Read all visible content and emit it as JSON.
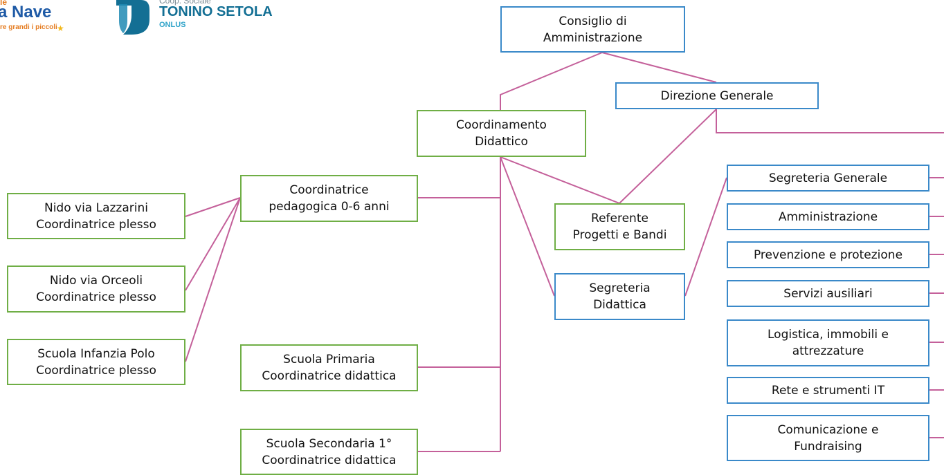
{
  "colors": {
    "connector": "#c4609a",
    "border_green": "#6fae45",
    "border_blue": "#3a89c9",
    "logo_blue": "#1e5aa6",
    "logo_teal": "#136f94",
    "logo_orange": "#e57c21",
    "logo_star": "#f2b81a"
  },
  "logos": {
    "nave": {
      "top_text": "le",
      "name": "a Nave",
      "tagline": "re grandi i piccoli"
    },
    "setola": {
      "kind": "Coop. Sociale",
      "name": "TONINO SETOLA",
      "suffix": "ONLUS"
    }
  },
  "nodes": [
    {
      "id": "cda",
      "text": "Consiglio di\nAmministrazione",
      "style": "blue"
    },
    {
      "id": "dg",
      "text": "Direzione Generale",
      "style": "blue"
    },
    {
      "id": "coord",
      "text": "Coordinamento\nDidattico",
      "style": "green"
    },
    {
      "id": "cped",
      "text": "Coordinatrice\npedagogica 0-6 anni",
      "style": "green"
    },
    {
      "id": "nido1",
      "text": "Nido via Lazzarini\nCoordinatrice plesso",
      "style": "green"
    },
    {
      "id": "nido2",
      "text": "Nido via Orceoli\nCoordinatrice plesso",
      "style": "green"
    },
    {
      "id": "infanzia",
      "text": "Scuola Infanzia Polo\nCoordinatrice plesso",
      "style": "green"
    },
    {
      "id": "primaria",
      "text": "Scuola Primaria\nCoordinatrice didattica",
      "style": "green"
    },
    {
      "id": "secondaria",
      "text": "Scuola Secondaria 1°\nCoordinatrice didattica",
      "style": "green"
    },
    {
      "id": "referente",
      "text": "Referente\nProgetti e Bandi",
      "style": "green"
    },
    {
      "id": "segdid",
      "text": "Segreteria\nDidattica",
      "style": "blue"
    },
    {
      "id": "seggen",
      "text": "Segreteria Generale",
      "style": "blue"
    },
    {
      "id": "amm",
      "text": "Amministrazione",
      "style": "blue"
    },
    {
      "id": "prev",
      "text": "Prevenzione e protezione",
      "style": "blue"
    },
    {
      "id": "serv",
      "text": "Servizi ausiliari",
      "style": "blue"
    },
    {
      "id": "logi",
      "text": "Logistica, immobili e\nattrezzature",
      "style": "blue"
    },
    {
      "id": "rete",
      "text": "Rete e strumenti IT",
      "style": "blue"
    },
    {
      "id": "comu",
      "text": "Comunicazione e\nFundraising",
      "style": "blue"
    }
  ]
}
